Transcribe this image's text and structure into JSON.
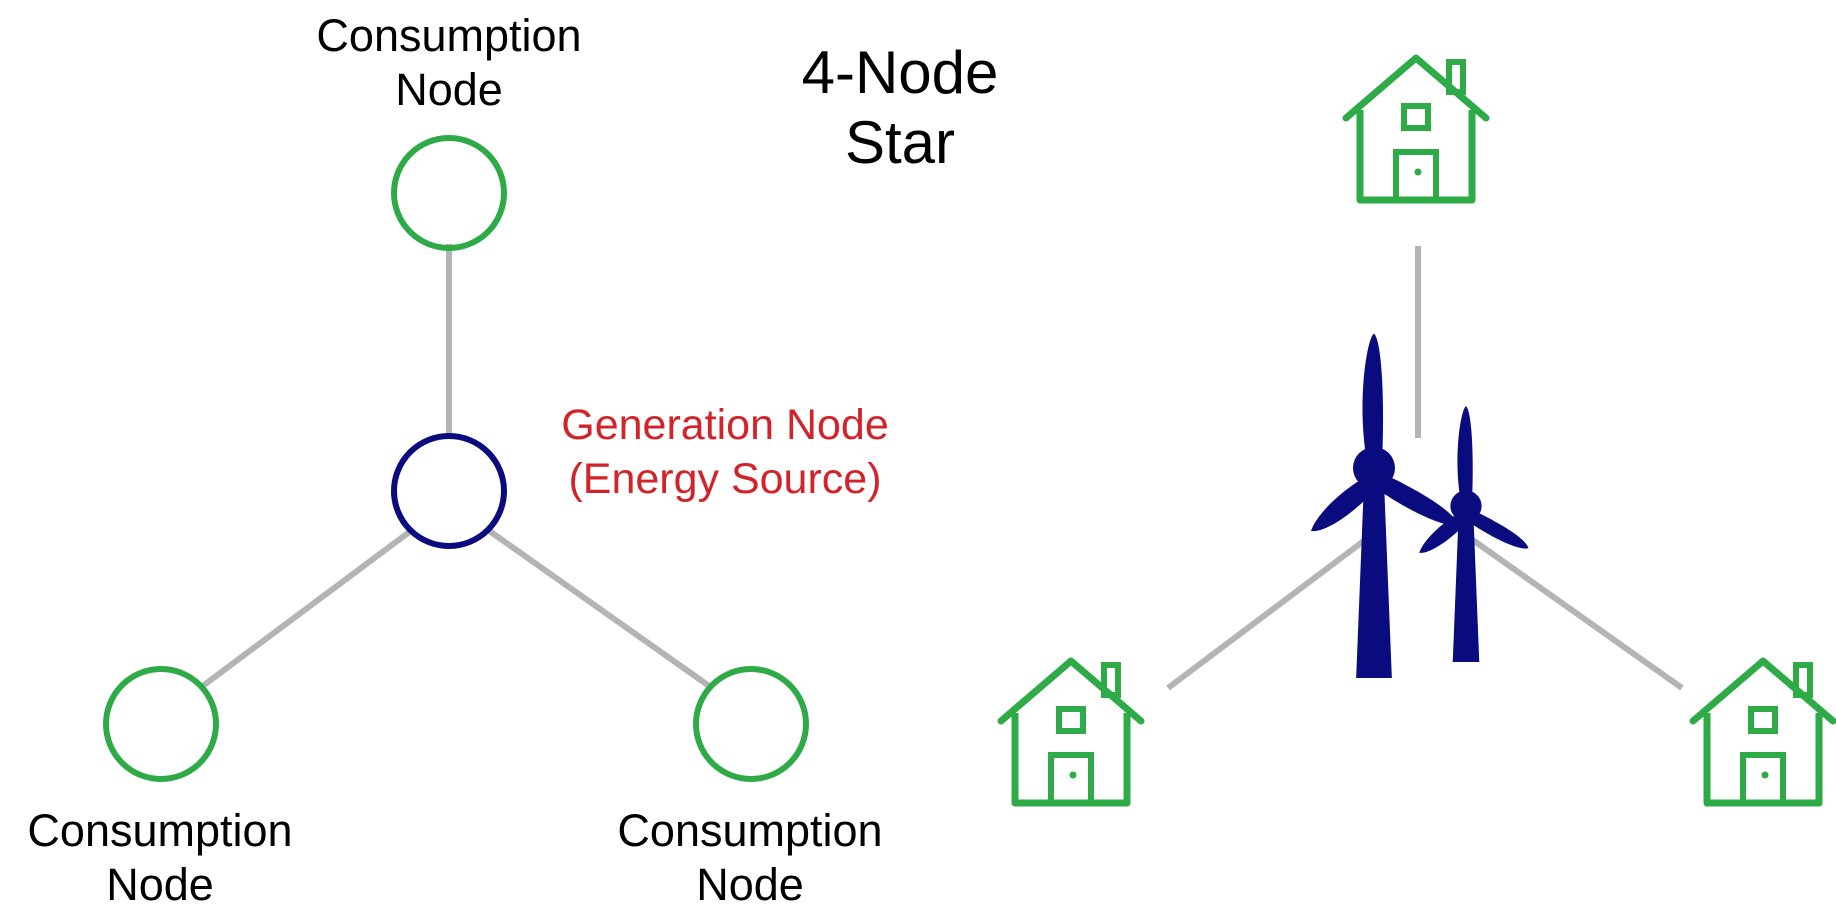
{
  "title": {
    "line1": "4-Node",
    "line2": "Star"
  },
  "left_diagram": {
    "top_node": {
      "line1": "Consumption",
      "line2": "Node"
    },
    "bottom_left_node": {
      "line1": "Consumption",
      "line2": "Node"
    },
    "bottom_right_node": {
      "line1": "Consumption",
      "line2": "Node"
    },
    "center_node": {
      "line1": "Generation Node",
      "line2": "(Energy Source)"
    }
  },
  "colors": {
    "consumption": "#2eaa47",
    "generation": "#0b0b80",
    "generation_label": "#d2232a",
    "edge": "#b4b4b4"
  },
  "icons": {
    "consumption_icon": "house-icon",
    "generation_icon": "wind-turbine-icon"
  }
}
